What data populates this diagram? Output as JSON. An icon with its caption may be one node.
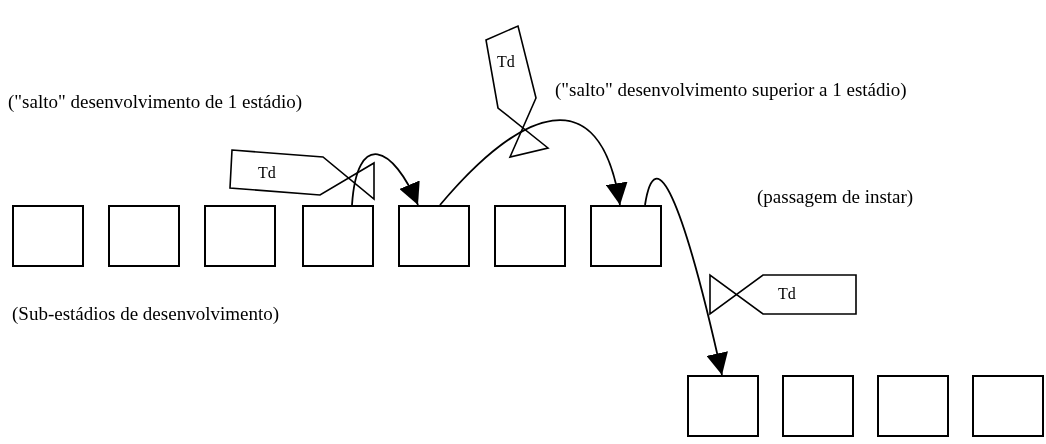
{
  "diagram": {
    "nodes": [
      {
        "text": [
          "Td"
        ]
      },
      {
        "text": [
          "Td"
        ]
      },
      {
        "text": [],
        "shape": "box"
      },
      {
        "text": [],
        "shape": "box"
      },
      {
        "text": [],
        "shape": "box"
      },
      {
        "text": [],
        "shape": "box"
      },
      {
        "text": [],
        "shape": "box"
      },
      {
        "text": [],
        "shape": "box"
      },
      {
        "text": [],
        "shape": "box"
      },
      {
        "text": [
          "Td"
        ]
      },
      {
        "text": [],
        "shape": "box"
      },
      {
        "text": [],
        "shape": "box"
      },
      {
        "text": [],
        "shape": "box"
      },
      {
        "text": [],
        "shape": "box"
      }
    ],
    "edges": [
      {
        "from": 5,
        "to": 6,
        "arrow": "to"
      },
      {
        "from": 6,
        "to": 8,
        "arrow": "to"
      },
      {
        "from": 8,
        "to": 10,
        "arrow": "to"
      }
    ],
    "labels": [
      "(\"salto\" desenvolvimento de 1 estádio)",
      "(\"salto\" desenvolvimento superior a 1 estádio)",
      "(passagem de instar)",
      "(Sub-estádios de desenvolvimento)"
    ]
  }
}
